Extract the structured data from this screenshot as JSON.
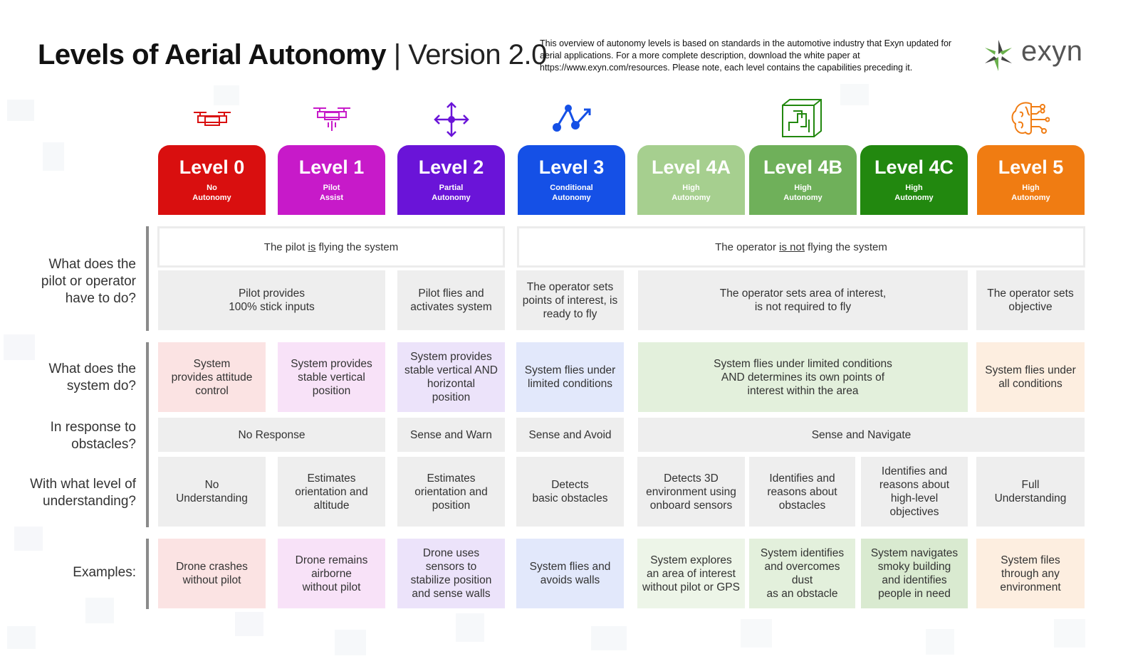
{
  "header": {
    "title_main": "Levels of Aerial Autonomy",
    "title_sep": " | ",
    "title_version": "Version 2.0",
    "description": "This overview of autonomy levels is based on standards in the automotive industry that Exyn updated for aerial applications. For a more complete description, download the white paper at https://www.exyn.com/resources. Please note, each level contains the capabilities preceding it.",
    "logo_text": "exyn"
  },
  "levels": [
    {
      "name": "Level 0",
      "sub": "No\nAutonomy",
      "color": "#d90f0f",
      "icon": "drone-icon"
    },
    {
      "name": "Level 1",
      "sub": "Pilot\nAssist",
      "color": "#c71ac9",
      "icon": "drone-stabilized-icon"
    },
    {
      "name": "Level 2",
      "sub": "Partial\nAutonomy",
      "color": "#6a14d8",
      "icon": "four-way-arrows-icon"
    },
    {
      "name": "Level 3",
      "sub": "Conditional\nAutonomy",
      "color": "#1550e6",
      "icon": "waypoints-icon"
    },
    {
      "name": "Level 4A",
      "sub": "High\nAutonomy",
      "color": "#a6cf8f",
      "icon": "maze-cube-icon"
    },
    {
      "name": "Level 4B",
      "sub": "High\nAutonomy",
      "color": "#6fb05a"
    },
    {
      "name": "Level 4C",
      "sub": "High\nAutonomy",
      "color": "#22880f"
    },
    {
      "name": "Level 5",
      "sub": "High\nAutonomy",
      "color": "#f07c12",
      "icon": "brain-circuit-icon"
    }
  ],
  "questions": {
    "pilot": "What does the\npilot or operator\nhave to do?",
    "system": "What does the\nsystem do?",
    "obstacles": "In response to\nobstacles?",
    "understanding": "With what level of\nunderstanding?",
    "examples": "Examples:"
  },
  "pilot_flying": {
    "pre": "The pilot ",
    "em": "is",
    "post": " flying the system"
  },
  "operator_not_flying": {
    "pre": "The operator ",
    "em": "is not",
    "post": " flying the system"
  },
  "pilot_row": [
    "Pilot provides\n100% stick inputs",
    "Pilot flies and\nactivates system",
    "The operator sets\npoints of interest, is\nready to fly",
    "The operator sets area of interest,\nis not required to fly",
    "The operator sets\nobjective"
  ],
  "system_row": [
    "System\nprovides attitude\ncontrol",
    "System provides\nstable vertical\nposition",
    "System provides\nstable vertical AND\nhorizontal\nposition",
    "System flies under\nlimited conditions",
    "System flies under limited conditions\nAND determines its own points of\ninterest within the area",
    "System flies under\nall conditions"
  ],
  "obstacle_row": [
    "No Response",
    "Sense and Warn",
    "Sense and Avoid",
    "Sense and Navigate"
  ],
  "understanding_row": [
    "No\nUnderstanding",
    "Estimates\norientation and\naltitude",
    "Estimates\norientation and\nposition",
    "Detects\nbasic obstacles",
    "Detects 3D\nenvironment using\nonboard sensors",
    "Identifies and\nreasons about\nobstacles",
    "Identifies and\nreasons about\nhigh-level\nobjectives",
    "Full\nUnderstanding"
  ],
  "examples_row": [
    "Drone crashes\nwithout pilot",
    "Drone remains\nairborne\nwithout pilot",
    "Drone uses\nsensors to\nstabilize position\nand sense walls",
    "System flies and\navoids walls",
    "System explores\nan area of interest\nwithout pilot or GPS",
    "System identifies\nand overcomes dust\nas an obstacle",
    "System navigates\nsmoky building\nand identifies\npeople in need",
    "System files\nthrough any\nenvironment"
  ],
  "tints": {
    "red": "#fbe3e3",
    "magenta": "#f8e2f8",
    "purple": "#ece3fa",
    "blue": "#e2e8fb",
    "green": "#e3f0dc",
    "green_light": "#edf5e8",
    "orange": "#fdeee0"
  }
}
